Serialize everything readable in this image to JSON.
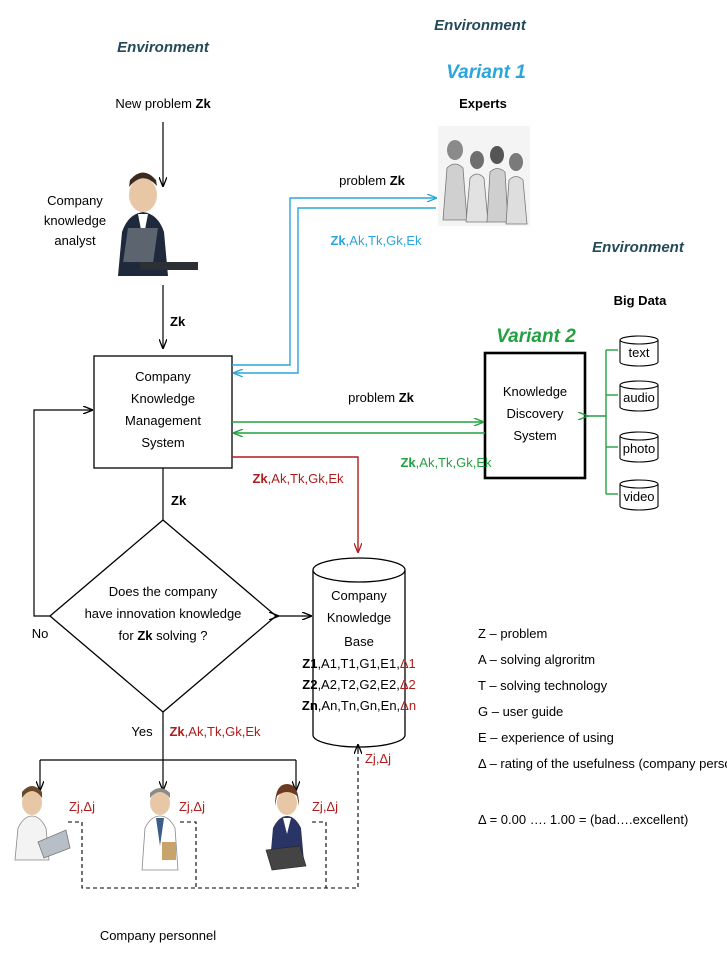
{
  "environment_top": "Environment",
  "environment_top_right": "Environment",
  "environment_right": "Environment",
  "variant1": "Variant 1",
  "variant2": "Variant 2",
  "experts_label": "Experts",
  "big_data_label": "Big Data",
  "new_problem": {
    "prefix": "New problem ",
    "var": "Zk"
  },
  "analyst_label": [
    "Company",
    "knowledge",
    "analyst"
  ],
  "zk_label": "Zk",
  "kms_lines": [
    "Company",
    "Knowledge",
    "Management",
    "System"
  ],
  "kds_lines": [
    "Knowledge",
    "Discovery",
    "System"
  ],
  "problem_to_experts": {
    "prefix": "problem ",
    "var": "Zk"
  },
  "problem_to_kds": {
    "prefix": "problem ",
    "var": "Zk"
  },
  "tuple_rest": ",Ak,Tk,Gk,Ek",
  "decision_lines": [
    "Does the company",
    "have innovation knowledge",
    "for ",
    "Zk",
    " solving ?"
  ],
  "no_label": "No",
  "yes_label": "Yes",
  "kb_title": [
    "Company",
    "Knowledge",
    "Base"
  ],
  "kb_rows": [
    {
      "id": "Z1",
      "rest": ",A1,T1,G1,E1,",
      "delta": "Δ1"
    },
    {
      "id": "Z2",
      "rest": ",A2,T2,G2,E2,",
      "delta": "Δ2"
    },
    {
      "id": "Zn",
      "rest": ",An,Tn,Gn,En,",
      "delta": "Δn"
    }
  ],
  "big_data_items": [
    "text",
    "audio",
    "photo",
    "video"
  ],
  "zj_label": "Zj,Δj",
  "personnel_label": "Company personnel",
  "legend": [
    "Z – problem",
    "A – solving algroritm",
    "T – solving technology",
    "G – user guide",
    "E – experience of using",
    "Δ – rating of the usefulness (company personnel)"
  ],
  "delta_scale": "Δ = 0.00 …. 1.00 = (bad….excellent)",
  "icons": [
    "analyst-photo",
    "experts-photo",
    "person-photo"
  ],
  "colors": {
    "variant1": "#2aa6dc",
    "variant2": "#22a140",
    "result": "#b01c1c",
    "environment": "#244a5a"
  }
}
